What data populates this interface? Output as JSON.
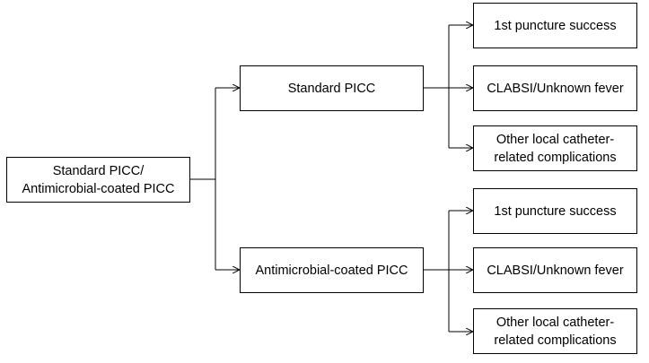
{
  "root": {
    "label": "Standard PICC/\nAntimicrobial-coated PICC"
  },
  "groups": [
    {
      "label": "Standard PICC",
      "outcomes": [
        "1st puncture success",
        "CLABSI/Unknown fever",
        "Other local catheter-\nrelated complications"
      ]
    },
    {
      "label": "Antimicrobial-coated PICC",
      "outcomes": [
        "1st puncture success",
        "CLABSI/Unknown fever",
        "Other local catheter-\nrelated complications"
      ]
    }
  ]
}
